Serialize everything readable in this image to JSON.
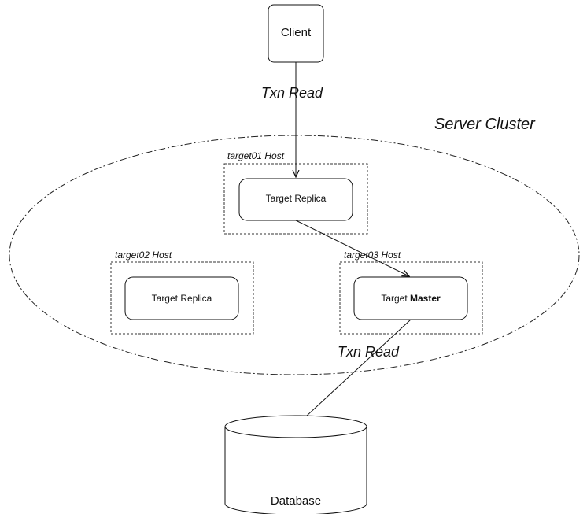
{
  "cluster": {
    "label": "Server Cluster"
  },
  "client": {
    "label": "Client"
  },
  "hosts": {
    "target01": {
      "label": "target01 Host",
      "node": "Target Replica"
    },
    "target02": {
      "label": "target02 Host",
      "node": "Target Replica"
    },
    "target03": {
      "label": "target03 Host",
      "node_prefix": "Target ",
      "node_role": "Master"
    }
  },
  "edges": {
    "client_read": "Txn Read",
    "db_read": "Txn Read"
  },
  "database": {
    "label": "Database"
  }
}
